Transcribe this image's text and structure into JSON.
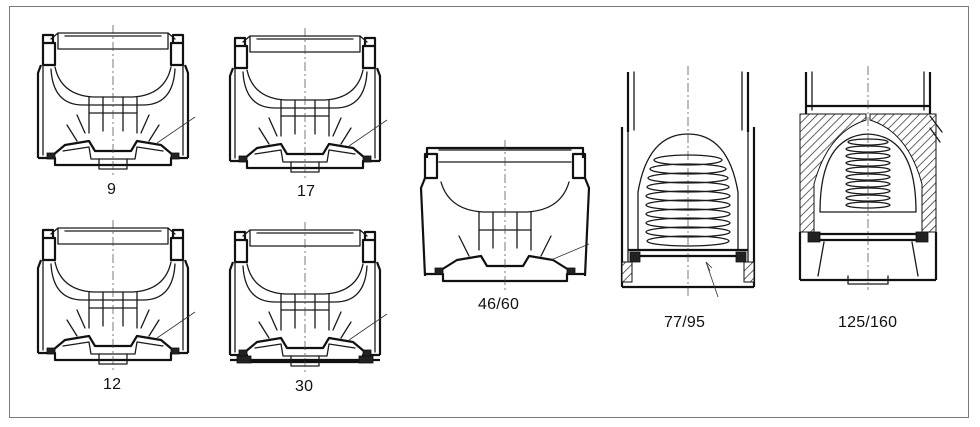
{
  "figure": {
    "labels": {
      "v9": "9",
      "v17": "17",
      "v12": "12",
      "v30": "30",
      "v46": "46/60",
      "v77": "77/95",
      "v125": "125/160"
    }
  }
}
